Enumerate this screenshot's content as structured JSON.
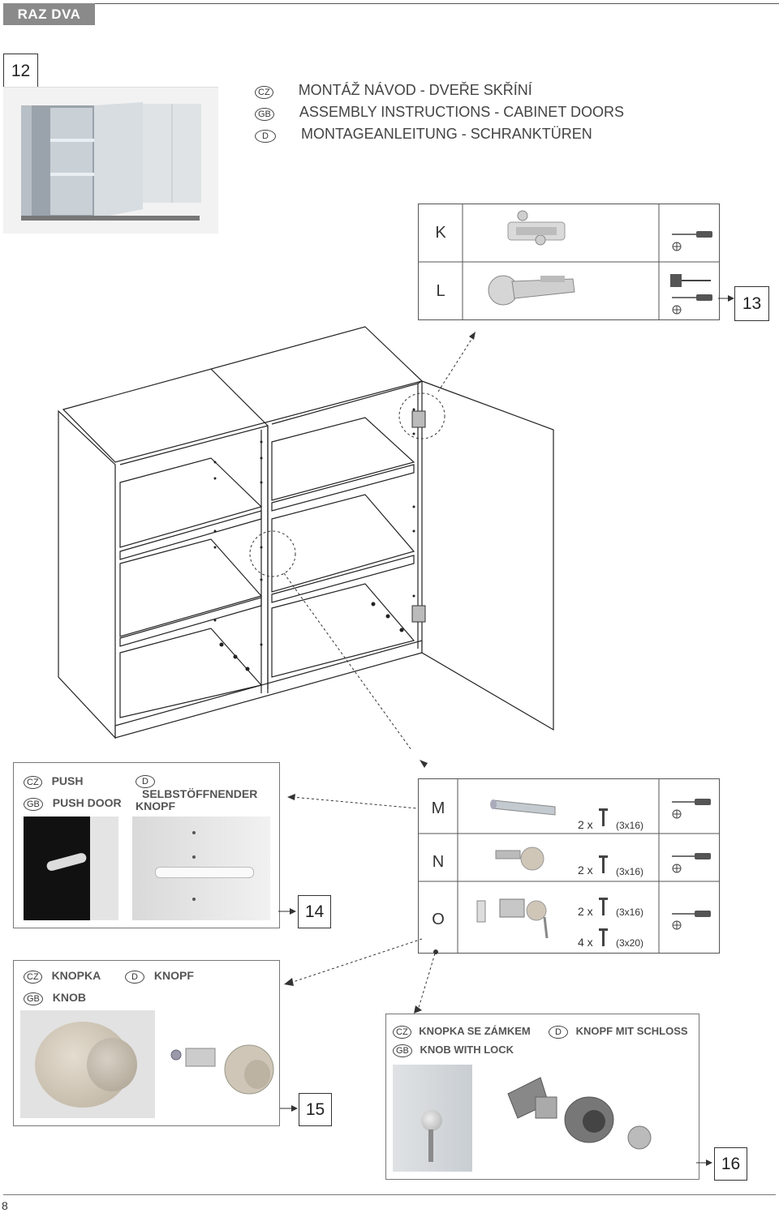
{
  "header": {
    "brand": "RAZ DVA"
  },
  "steps": {
    "s12": "12",
    "s13": "13",
    "s14": "14",
    "s15": "15",
    "s16": "16"
  },
  "title": {
    "lines": [
      {
        "lang": "CZ",
        "text": "MONTÁŽ NÁVOD - DVEŘE SKŘÍNÍ"
      },
      {
        "lang": "GB",
        "text": "ASSEMBLY INSTRUCTIONS - CABINET DOORS"
      },
      {
        "lang": "D",
        "text": "MONTAGEANLEITUNG - SCHRANKTÜREN"
      }
    ]
  },
  "parts_top": [
    {
      "letter": "K"
    },
    {
      "letter": "L"
    }
  ],
  "push": {
    "cz_lang": "CZ",
    "cz": "PUSH",
    "gb_lang": "GB",
    "gb": "PUSH DOOR",
    "d_lang": "D",
    "d": "SELBSTÖFFNENDER KNOPF"
  },
  "parts_mid": [
    {
      "letter": "M",
      "qty": "2 x",
      "size": "(3x16)"
    },
    {
      "letter": "N",
      "qty": "2 x",
      "size": "(3x16)"
    },
    {
      "letter": "O",
      "qty": "2 x",
      "size": "(3x16)",
      "qty2": "4 x",
      "size2": "(3x20)"
    }
  ],
  "knob": {
    "cz_lang": "CZ",
    "cz": "KNOPKA",
    "gb_lang": "GB",
    "gb": "KNOB",
    "d_lang": "D",
    "d": "KNOPF"
  },
  "lock": {
    "cz_lang": "CZ",
    "cz": "KNOPKA SE ZÁMKEM",
    "d_lang": "D",
    "d": "KNOPF MIT  SCHLOSS",
    "gb_lang": "GB",
    "gb": "KNOB WITH LOCK"
  },
  "page_number": "8"
}
